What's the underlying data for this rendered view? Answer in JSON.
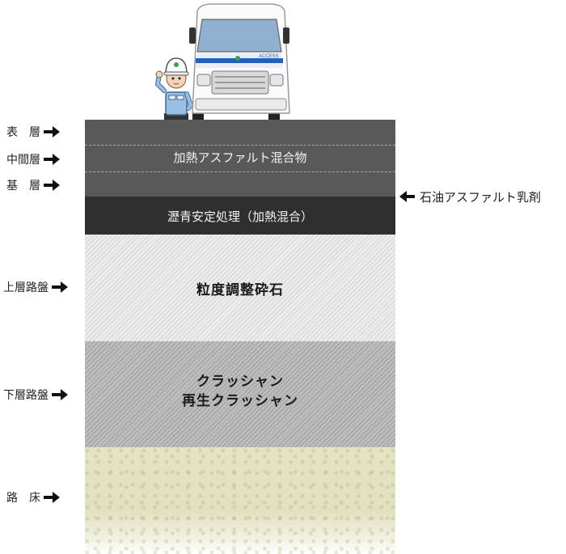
{
  "left_labels": [
    {
      "id": "surface",
      "text": "表　層"
    },
    {
      "id": "binder",
      "text": "中間層"
    },
    {
      "id": "base",
      "text": "基　層"
    },
    {
      "id": "upper_base",
      "text": "上層路盤"
    },
    {
      "id": "lower_base",
      "text": "下層路盤"
    },
    {
      "id": "subgrade",
      "text": "路　床"
    }
  ],
  "layers": {
    "asphalt_mix": "加熱アスファルト混合物",
    "bituminous_treated": "瀝青安定処理（加熱混合）",
    "upper_base_material": "粒度調整砕石",
    "lower_base_material_line1": "クラッシャン",
    "lower_base_material_line2": "再生クラッシャン"
  },
  "right_label": "石油アスファルト乳剤",
  "truck": {
    "brand_text": "ACCESS"
  },
  "colors": {
    "surface": "#595959",
    "treated": "#2f2f2f",
    "upper_base": "#e0e0e0",
    "lower_base": "#adadad",
    "subgrade": "#e2e2c2"
  }
}
